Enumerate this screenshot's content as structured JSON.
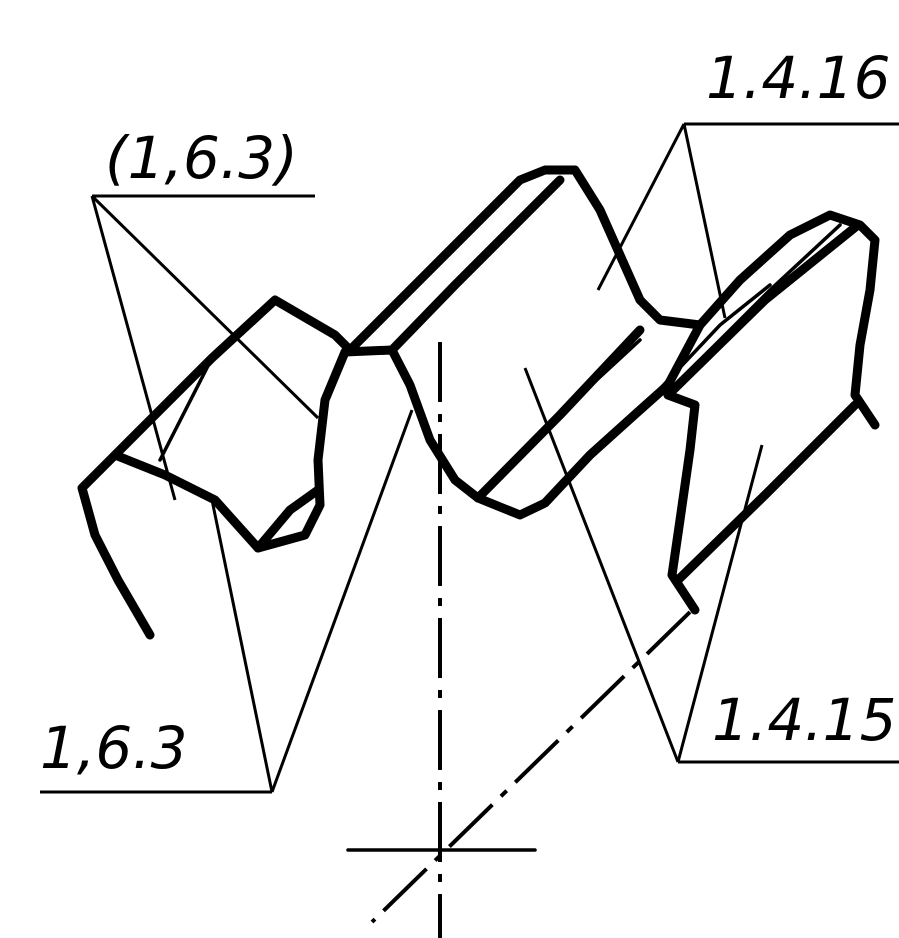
{
  "labels": {
    "top_left": "(1,6.3)",
    "top_right": "1.4.16",
    "bottom_left": "1,6.3",
    "bottom_right": "1.4.15"
  }
}
